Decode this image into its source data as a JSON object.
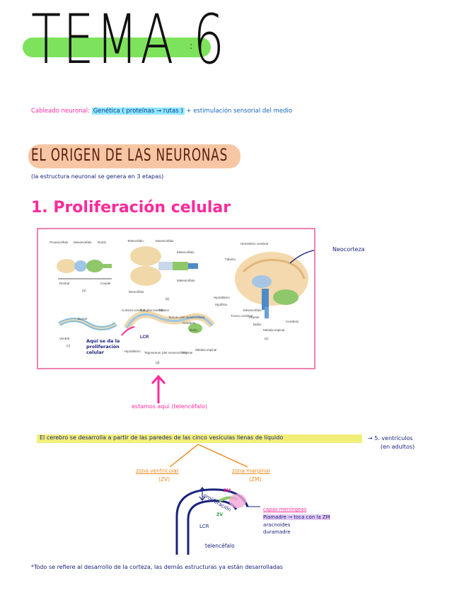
{
  "title": "TEMA 6",
  "title_colon": ":",
  "cableado": {
    "label": "Cableado neuronal:",
    "genetica": "Genética ( proteínas → rutas )",
    "rest": "+ estimulación sensorial del medio"
  },
  "origin": {
    "heading": "EL ORIGEN DE LAS NEURONAS",
    "subtitle": "(la estructura neuronal se genera en 3 etapas)"
  },
  "section1": {
    "heading": "1. Proliferación celular"
  },
  "figure": {
    "labels_a": [
      "Prosencéfalo",
      "Mesencéfalo",
      "Romb",
      "Rostral",
      "Caudal",
      "(a)"
    ],
    "labels_b": [
      "Telencéfalo",
      "Mesencéfalo",
      "Metencéfalo",
      "Diencéfalo",
      "Mielencéfalo",
      "(b)"
    ],
    "labels_c": [
      "Dorsal",
      "Ventral",
      "(c)",
      "Corteza cerebral",
      "Ganglios basales",
      "Tálamo",
      "Tectum (del mesencéfalo)",
      "Cerebelo",
      "Bulbo",
      "Hipotálamo",
      "Tegmentum (del mesencéfalo)",
      "Puente",
      "Médula espinal",
      "(d)"
    ],
    "labels_e": [
      "Hemisferio cerebral",
      "Tálamo",
      "Hipotálamo",
      "Hipófisis",
      "Mesencéfalo",
      "Tronco cerebral",
      "Puente",
      "Bulbo",
      "Cerebelo",
      "Médula espinal",
      "(e)"
    ],
    "lcr": "LCR",
    "aqui": "Aquí se da la proliferación celular"
  },
  "neocorteza": "Neocorteza",
  "estamos": "estamos aquí (telencéfalo)",
  "cerebro": "El cerebro se desarrolla a partir de las paredes de las cinco vesículas llenas de líquido",
  "ventriculos": [
    "→ 5. ventrículos",
    "(en adultos)"
  ],
  "zona_ventricular": [
    "zona ventricular",
    "(ZV)"
  ],
  "zona_marginal": [
    "zona marginal",
    "(ZM)"
  ],
  "diagram": {
    "zm": "ZM",
    "zv": "ZV",
    "lcr": "LCR",
    "proliferacion": "proliferación",
    "telencefalo": "telencéfalo",
    "capas": "capas meníngeas",
    "piamadre": "Piamadre → toca con la ZM",
    "aracnoides": "aracnoides",
    "duramadre": "duramadre"
  },
  "footer": "*Todo se refiere al desarrollo de la corteza, las demás estructuras ya están desarrolladas",
  "colors": {
    "pink": "#ff2aa0",
    "green": "#7ee35c",
    "navy": "#1a237e",
    "cyan": "#8fe7ff",
    "yellow": "#f2ef78",
    "peach": "#f7c6a5",
    "orange": "#f0891a"
  }
}
